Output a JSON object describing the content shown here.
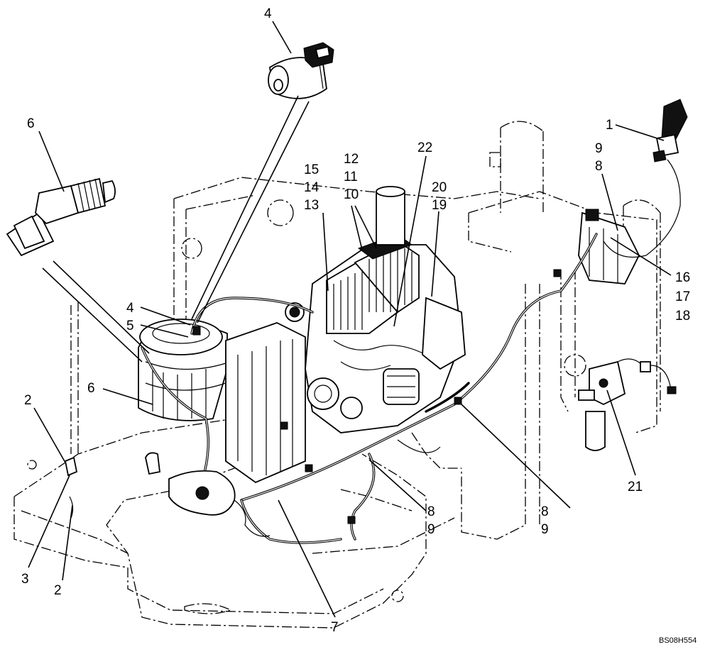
{
  "drawing_code": "BS08H554",
  "callouts": [
    {
      "id": "c1",
      "text": "1"
    },
    {
      "id": "c2a",
      "text": "2"
    },
    {
      "id": "c2b",
      "text": "2"
    },
    {
      "id": "c3",
      "text": "3"
    },
    {
      "id": "c4a",
      "text": "4"
    },
    {
      "id": "c4b",
      "text": "4"
    },
    {
      "id": "c5",
      "text": "5"
    },
    {
      "id": "c6a",
      "text": "6"
    },
    {
      "id": "c6b",
      "text": "6"
    },
    {
      "id": "c7",
      "text": "7"
    },
    {
      "id": "c8a",
      "text": "8"
    },
    {
      "id": "c9a",
      "text": "9"
    },
    {
      "id": "c8b",
      "text": "8"
    },
    {
      "id": "c9b",
      "text": "9"
    },
    {
      "id": "c8c",
      "text": "8"
    },
    {
      "id": "c9c",
      "text": "9"
    },
    {
      "id": "c10",
      "text": "10"
    },
    {
      "id": "c11",
      "text": "11"
    },
    {
      "id": "c12",
      "text": "12"
    },
    {
      "id": "c13",
      "text": "13"
    },
    {
      "id": "c14",
      "text": "14"
    },
    {
      "id": "c15",
      "text": "15"
    },
    {
      "id": "c16",
      "text": "16"
    },
    {
      "id": "c17",
      "text": "17"
    },
    {
      "id": "c18",
      "text": "18"
    },
    {
      "id": "c19",
      "text": "19"
    },
    {
      "id": "c20",
      "text": "20"
    },
    {
      "id": "c21",
      "text": "21"
    },
    {
      "id": "c22",
      "text": "22"
    }
  ]
}
